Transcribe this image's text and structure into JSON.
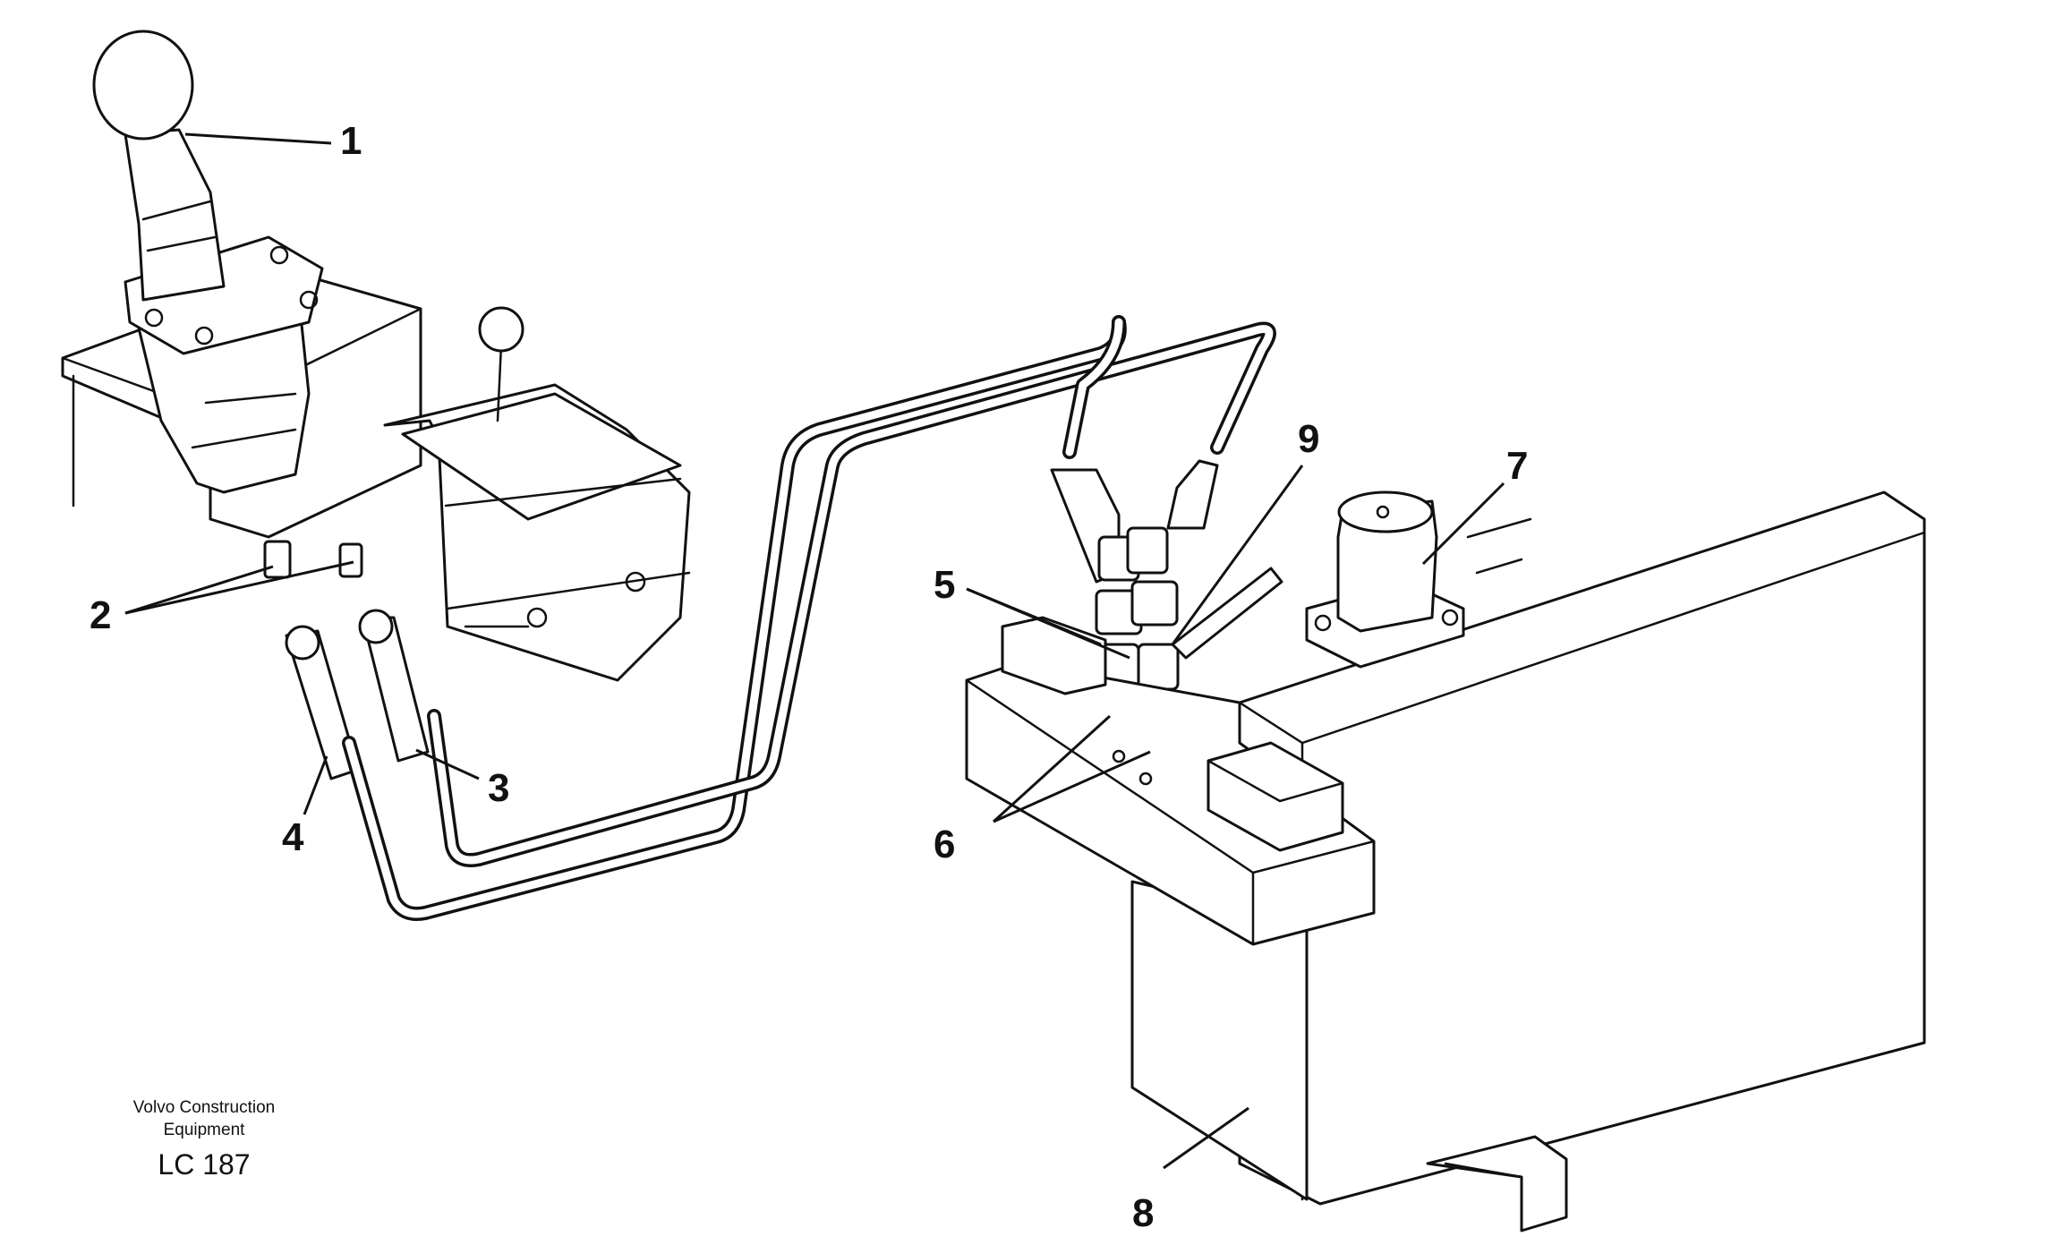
{
  "callouts": {
    "c1": "1",
    "c2": "2",
    "c3": "3",
    "c4": "4",
    "c5": "5",
    "c6": "6",
    "c7": "7",
    "c8": "8",
    "c9": "9"
  },
  "caption": {
    "company_line1": "Volvo Construction",
    "company_line2": "Equipment",
    "code": "LC 187"
  }
}
